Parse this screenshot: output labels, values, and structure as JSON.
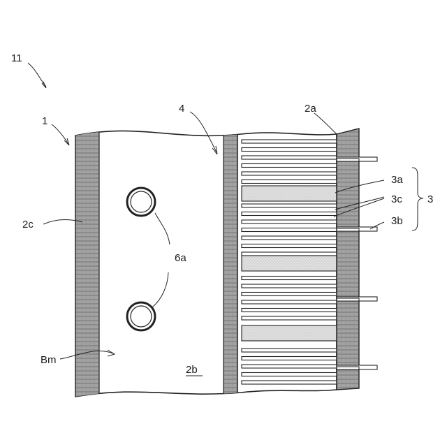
{
  "labels": {
    "fig_ref": "11",
    "part_1": "1",
    "part_4": "4",
    "part_2a": "2a",
    "part_2c": "2c",
    "part_6a": "6a",
    "part_bm": "Bm",
    "part_2b": "2b",
    "part_3a": "3a",
    "part_3c": "3c",
    "part_3b": "3b",
    "part_3": "3"
  },
  "colors": {
    "line": "#222222",
    "band_fill": "#9a9a9a",
    "band_hatch": "#6e6e6e",
    "foil_fill": "#d9d9d9",
    "background": "#ffffff"
  },
  "icons": {
    "bracket": "right-curly-brace"
  }
}
